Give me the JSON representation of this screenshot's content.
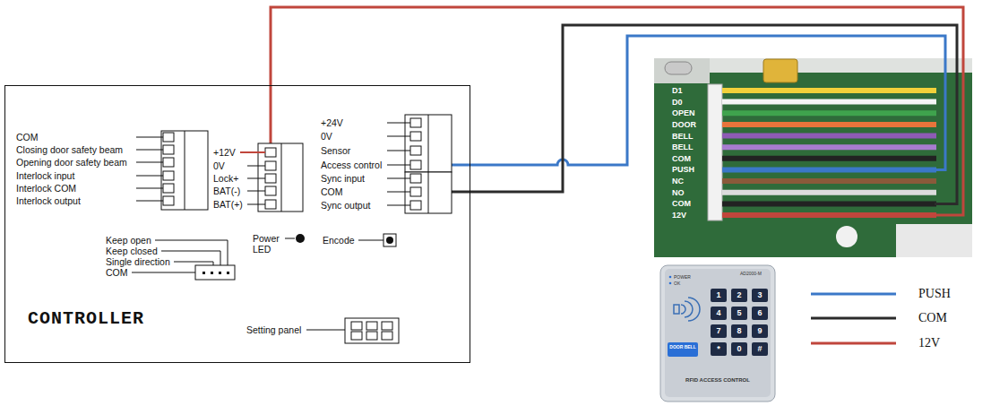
{
  "diagram": {
    "nodes": [
      {
        "text": [
          "CONTROLLER"
        ]
      },
      {
        "text": [
          "D1",
          "D0",
          "OPEN",
          "DOOR",
          "BELL",
          "BELL",
          "COM",
          "PUSH",
          "NC",
          "NO",
          "COM",
          "12V"
        ]
      }
    ],
    "edges": [
      {
        "from": 0,
        "to": 1,
        "arrow": "none"
      },
      {
        "from": 0,
        "to": 1,
        "arrow": "none"
      },
      {
        "from": 0,
        "to": 1,
        "arrow": "none"
      }
    ],
    "labels": [
      "COM",
      "Closing door safety beam",
      "Opening door safety beam",
      "Interlock input",
      "Interlock COM",
      "Interlock output",
      "+12V",
      "0V",
      "Lock+",
      "BAT(-)",
      "BAT(+)",
      "+24V",
      "0V",
      "Sensor",
      "Access control",
      "Sync input",
      "COM",
      "Sync output",
      "Keep open",
      "Keep closed",
      "Single direction",
      "COM",
      "Power LED",
      "Encode",
      "Setting panel",
      "POWER",
      "OK",
      "AD2000-M",
      "1",
      "2",
      "3",
      "4",
      "5",
      "6",
      "7",
      "8",
      "9",
      "*",
      "0",
      "#",
      "DOOR BELL",
      "RFID ACCESS CONTROL"
    ],
    "legend": [
      {
        "text": "PUSH"
      },
      {
        "text": "COM"
      },
      {
        "text": "12V"
      }
    ]
  }
}
